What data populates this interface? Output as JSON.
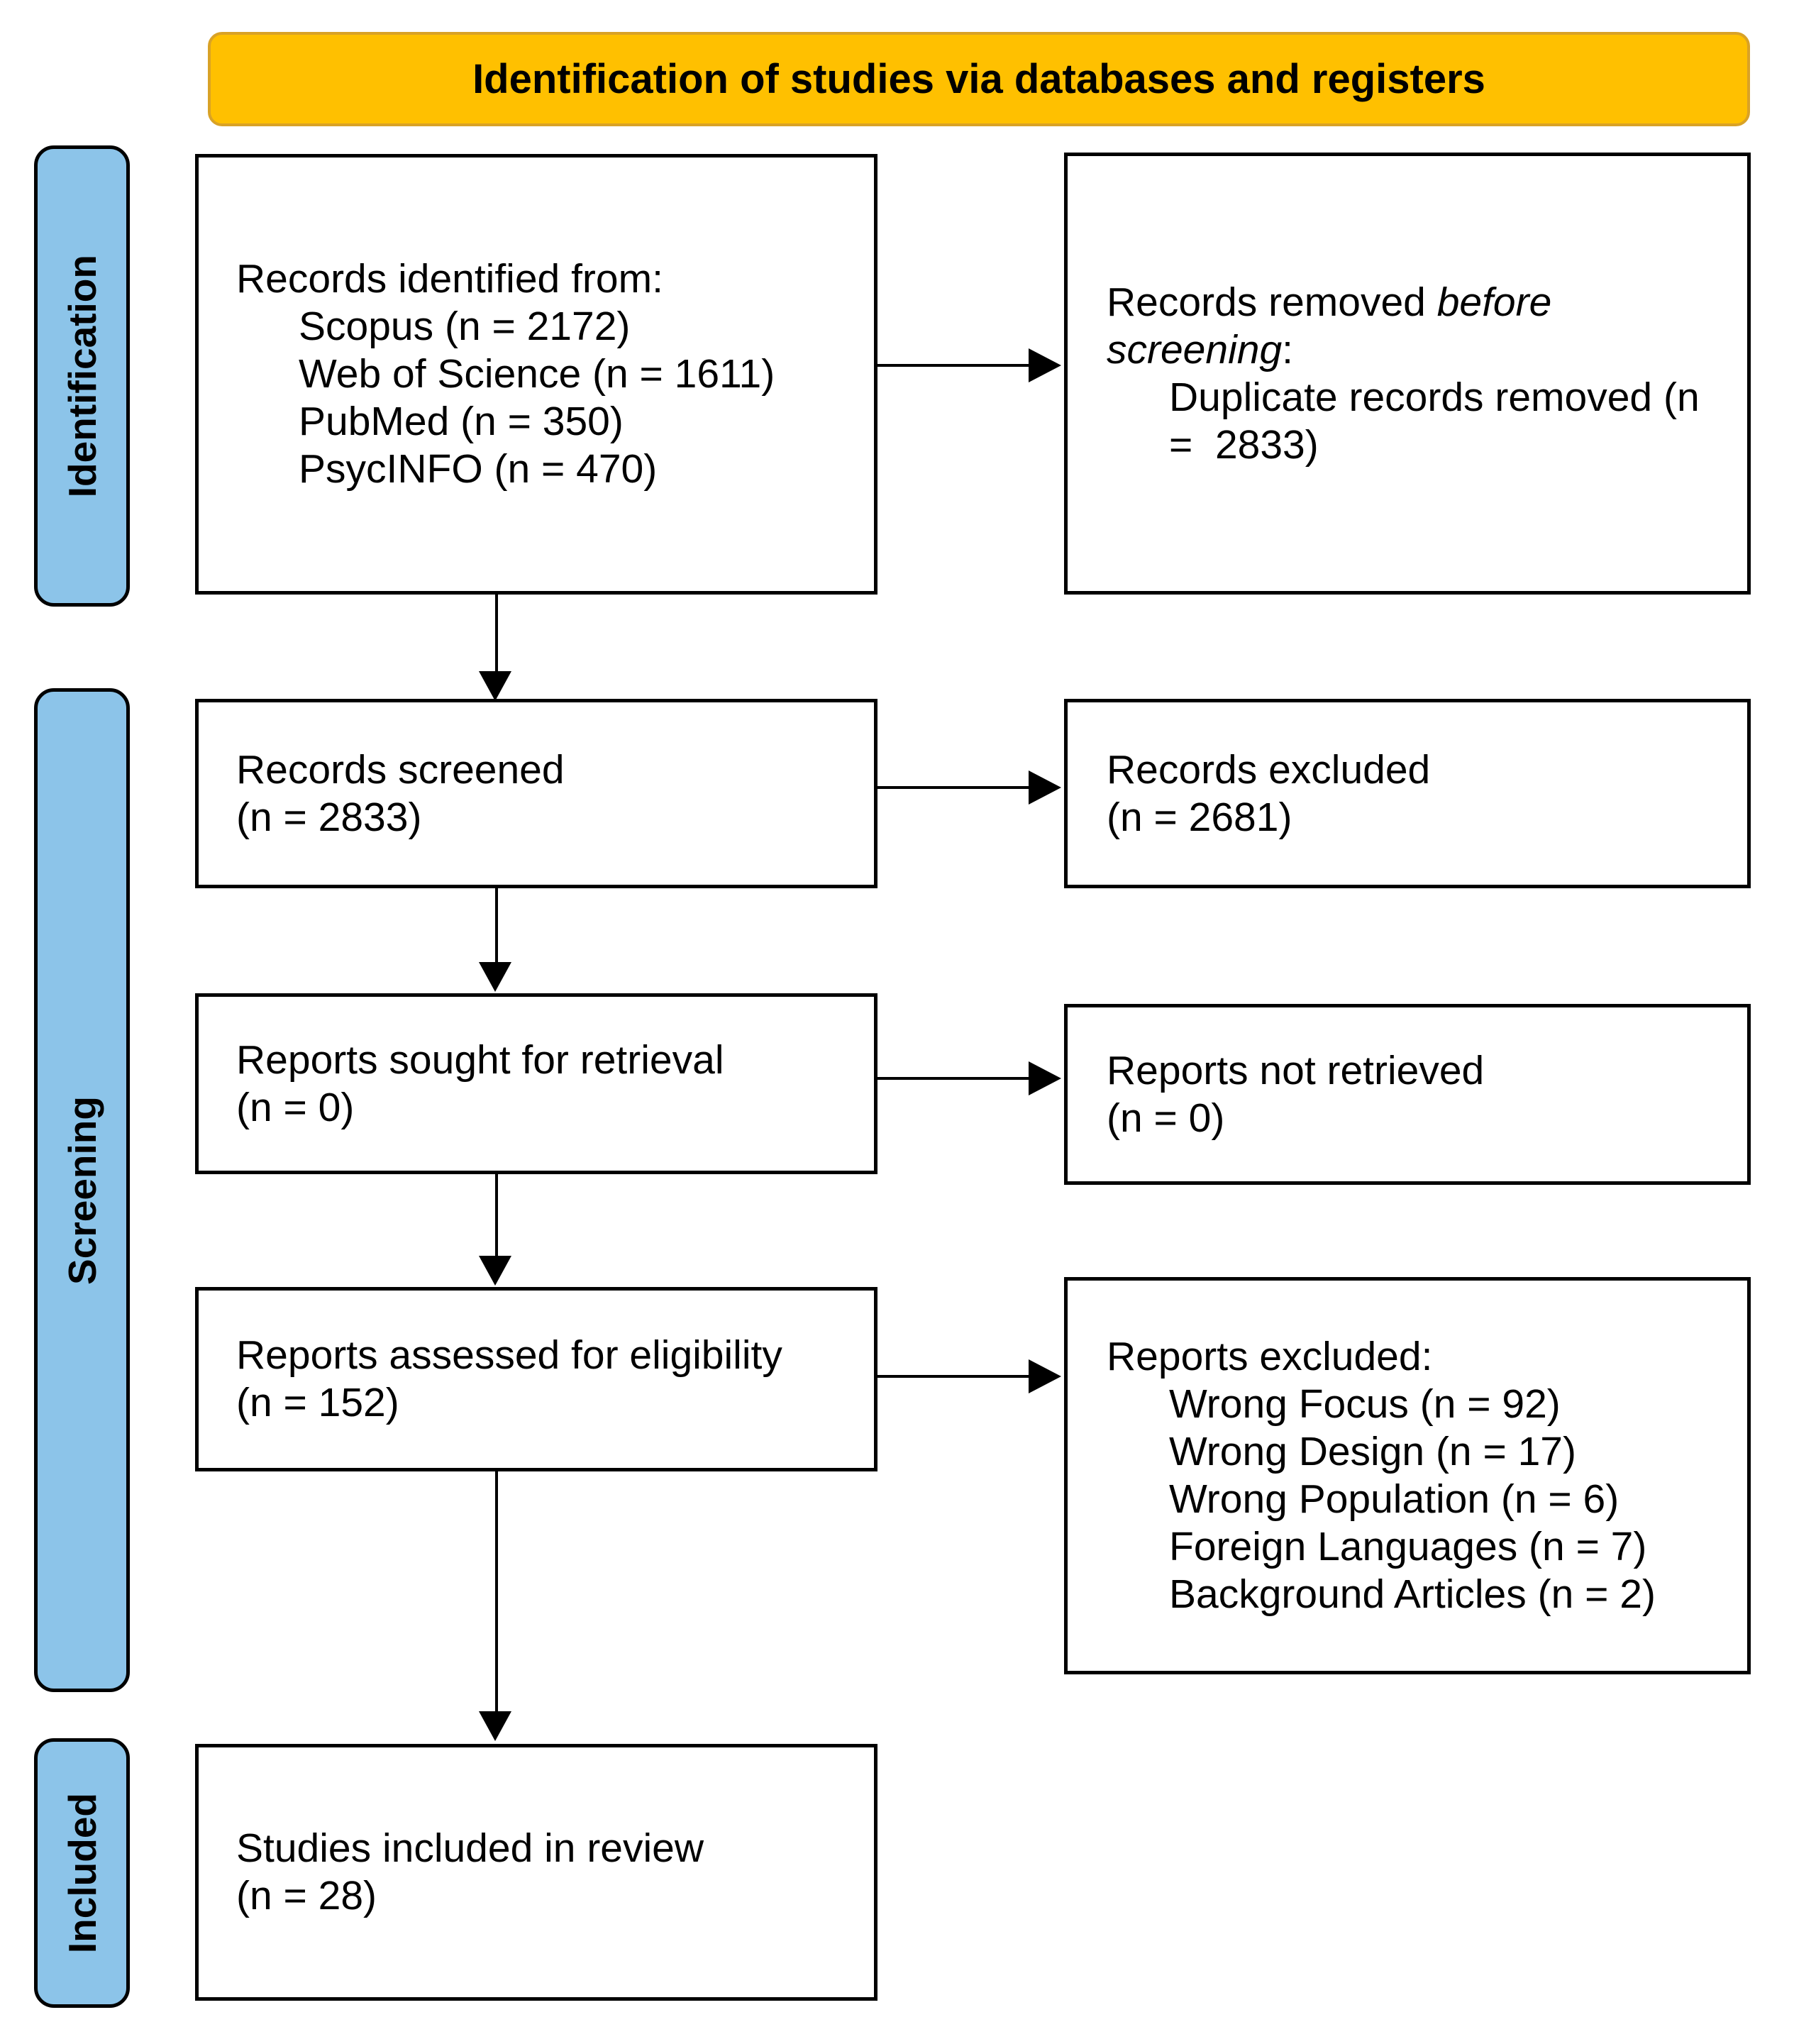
{
  "banner": {
    "label": "Identification of studies via databases and registers"
  },
  "sidebar": {
    "items": [
      {
        "label": "Identification"
      },
      {
        "label": "Screening"
      },
      {
        "label": "Included"
      }
    ]
  },
  "colors": {
    "banner_fill": "#FFC000",
    "banner_border": "#D9A226",
    "sidebar_fill": "#8CC4E9",
    "box_border": "#000000"
  },
  "boxes": {
    "records_identified": {
      "heading": "Records identified from:",
      "items": [
        "Scopus (n = 2172)",
        "Web of Science (n = 1611)",
        "PubMed (n = 350)",
        "PsycINFO (n = 470)"
      ]
    },
    "records_removed": {
      "heading_prefix": "Records removed ",
      "heading_italic": "before screening",
      "heading_suffix": ":",
      "items": [
        "Duplicate records removed (n =  2833)"
      ]
    },
    "records_screened": {
      "line1": "Records screened",
      "line2": "(n = 2833)"
    },
    "records_excluded": {
      "line1": "Records excluded",
      "line2": "(n = 2681)"
    },
    "reports_sought": {
      "line1": "Reports sought for retrieval",
      "line2": "(n = 0)"
    },
    "reports_not_retrieved": {
      "line1": "Reports not retrieved",
      "line2": "(n = 0)"
    },
    "reports_assessed": {
      "line1": "Reports assessed for eligibility",
      "line2": "(n = 152)"
    },
    "reports_excluded": {
      "heading": "Reports excluded:",
      "items": [
        "Wrong Focus (n = 92)",
        "Wrong Design (n = 17)",
        "Wrong Population (n = 6)",
        "Foreign Languages (n = 7)",
        "Background Articles (n = 2)"
      ]
    },
    "studies_included": {
      "line1": "Studies included in review",
      "line2": "(n = 28)"
    }
  }
}
